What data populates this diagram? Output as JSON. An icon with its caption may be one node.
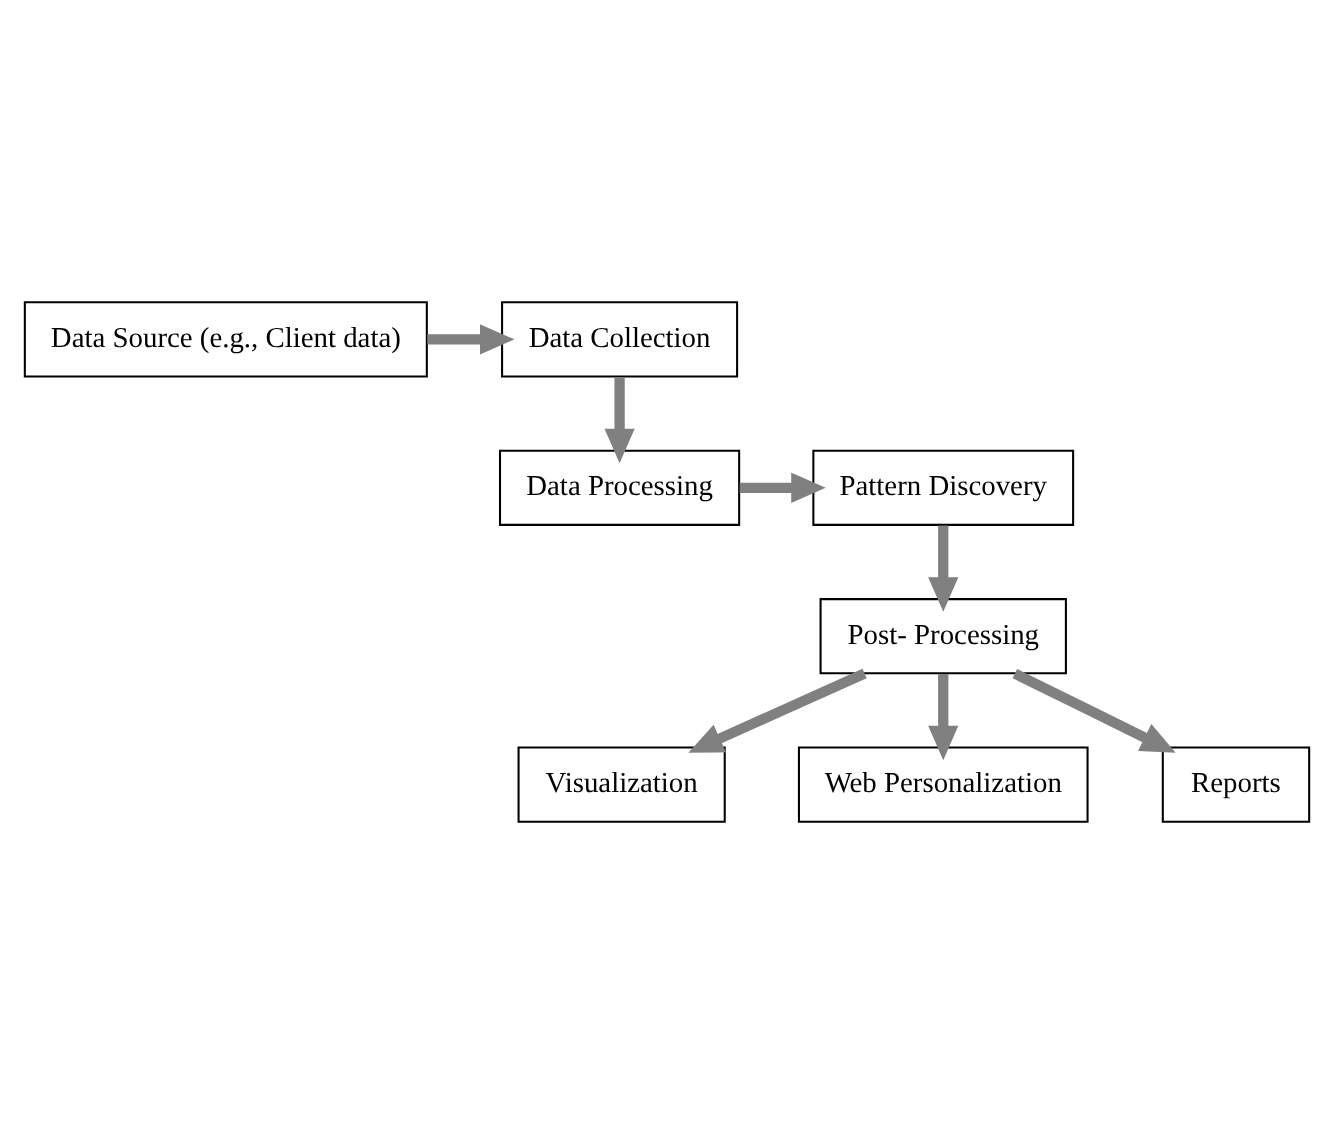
{
  "diagram": {
    "nodes": [
      {
        "text": [
          "Data Source (e.g., Client data)"
        ]
      },
      {
        "text": [
          "Data Collection"
        ]
      },
      {
        "text": [
          "Data Processing"
        ]
      },
      {
        "text": [
          "Pattern Discovery"
        ]
      },
      {
        "text": [
          "Post- Processing"
        ]
      },
      {
        "text": [
          "Visualization"
        ]
      },
      {
        "text": [
          "Web Personalization"
        ]
      },
      {
        "text": [
          "Reports"
        ]
      }
    ],
    "edges": [
      {
        "from": 0,
        "to": 1,
        "arrow": "to"
      },
      {
        "from": 1,
        "to": 2,
        "arrow": "to"
      },
      {
        "from": 2,
        "to": 3,
        "arrow": "to"
      },
      {
        "from": 3,
        "to": 4,
        "arrow": "to"
      },
      {
        "from": 4,
        "to": 5,
        "arrow": "to"
      },
      {
        "from": 4,
        "to": 6,
        "arrow": "to"
      },
      {
        "from": 4,
        "to": 7,
        "arrow": "to"
      }
    ]
  }
}
